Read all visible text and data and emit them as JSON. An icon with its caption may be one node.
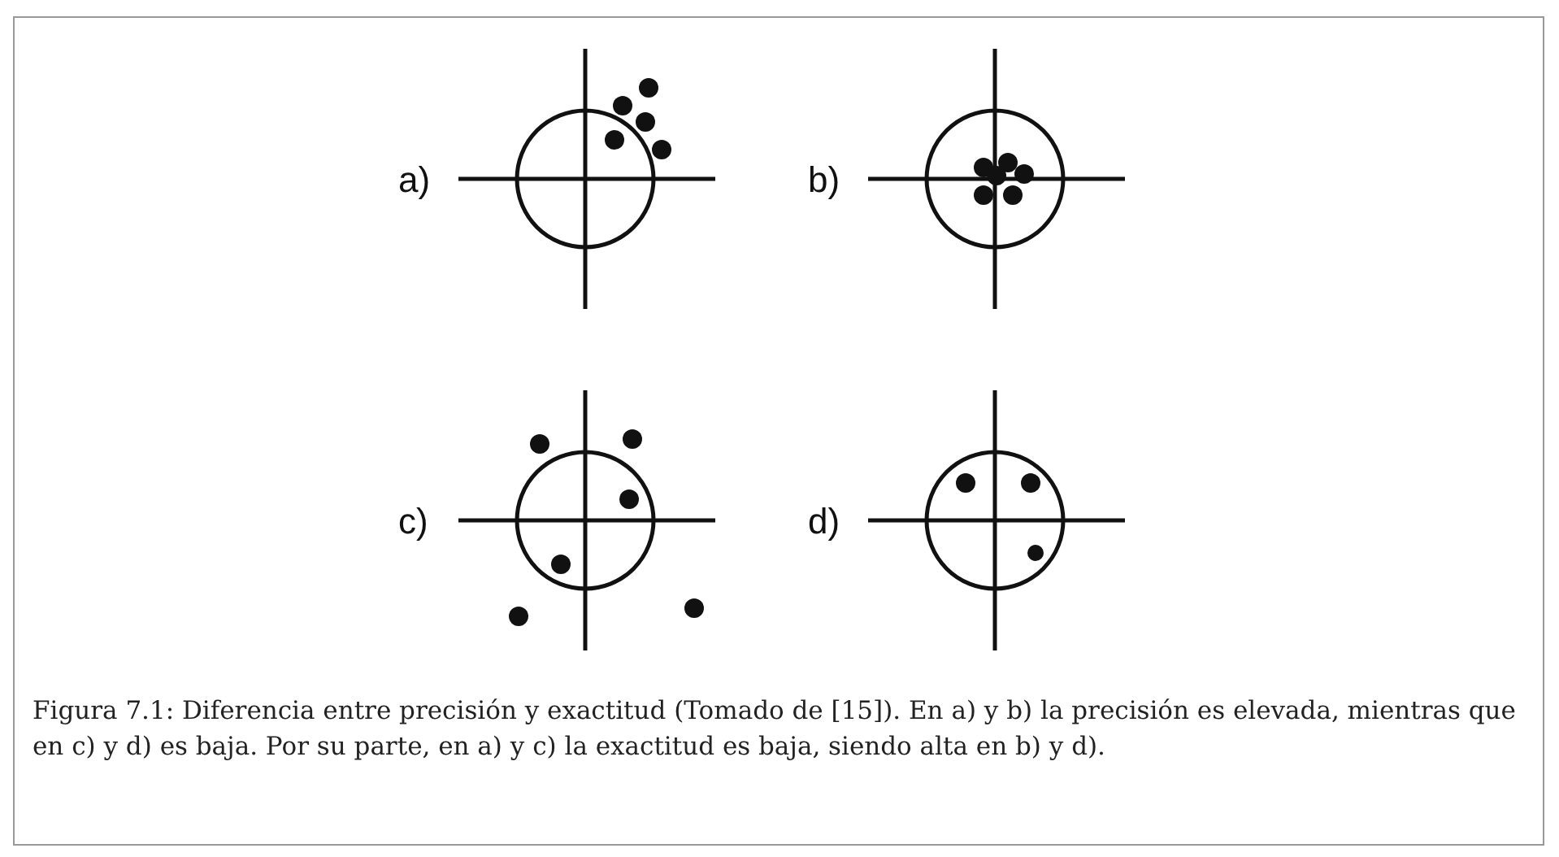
{
  "diagram": {
    "caption": "Figura 7.1: Diferencia entre precisión y exactitud (Tomado de [15]). En a) y b) la precisión es elevada, mientras que en c) y d) es baja. Por su parte, en a) y c) la exactitud es baja, siendo alta en b) y d).",
    "labels": [
      "a)",
      "b)",
      "c)",
      "d)"
    ]
  }
}
